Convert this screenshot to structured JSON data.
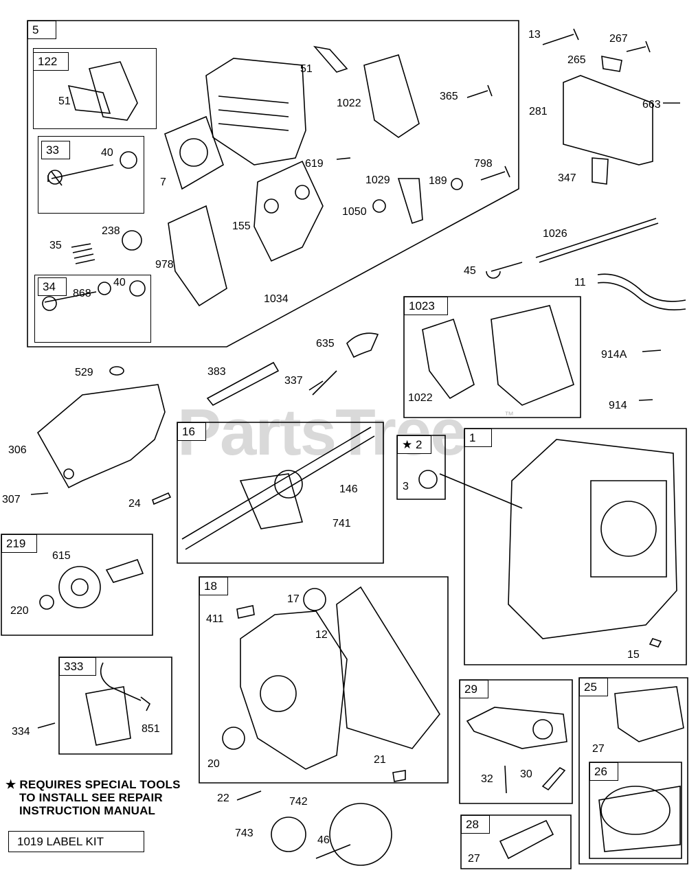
{
  "watermark": "PartsTree",
  "trademark": "™",
  "groups": {
    "g5": "5",
    "g122": "122",
    "g33": "33",
    "g34": "34",
    "g1023": "1023",
    "g16": "16",
    "g2": "★ 2",
    "g1": "1",
    "g219": "219",
    "g18": "18",
    "g333": "333",
    "g29": "29",
    "g25": "25",
    "g26": "26",
    "g28": "28"
  },
  "parts": {
    "p51a": "51",
    "p51b": "51",
    "p40a": "40",
    "p40b": "40",
    "p7": "7",
    "p238": "238",
    "p35": "35",
    "p978": "978",
    "p155": "155",
    "p868": "868",
    "p1034": "1034",
    "p1022a": "1022",
    "p365": "365",
    "p619": "619",
    "p1029": "1029",
    "p189": "189",
    "p798": "798",
    "p1050": "1050",
    "p13": "13",
    "p267": "267",
    "p265": "265",
    "p281": "281",
    "p663": "663",
    "p347": "347",
    "p1026": "1026",
    "p45": "45",
    "p11": "11",
    "p1022b": "1022",
    "p914A": "914A",
    "p914": "914",
    "p635": "635",
    "p529": "529",
    "p383": "383",
    "p337": "337",
    "p306": "306",
    "p307": "307",
    "p24": "24",
    "p146": "146",
    "p741": "741",
    "p3": "3",
    "p615": "615",
    "p220": "220",
    "p17": "17",
    "p411": "411",
    "p12": "12",
    "p15": "15",
    "p20": "20",
    "p21": "21",
    "p334": "334",
    "p851": "851",
    "p32": "32",
    "p30": "30",
    "p27a": "27",
    "p27b": "27",
    "p22": "22",
    "p742": "742",
    "p743": "743",
    "p46": "46"
  },
  "note": {
    "line1": "★ REQUIRES SPECIAL TOOLS",
    "line2": "TO INSTALL   SEE REPAIR",
    "line3": "INSTRUCTION MANUAL"
  },
  "label_kit": "1019 LABEL KIT"
}
